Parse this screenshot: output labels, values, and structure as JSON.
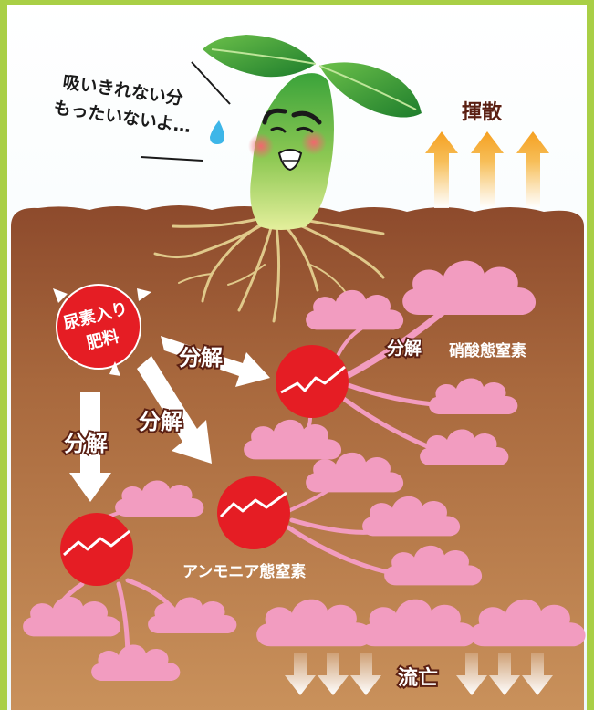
{
  "speech": {
    "line1": "吸いきれない分",
    "line2": "もったいないよ…"
  },
  "labels": {
    "volatilization": "揮散",
    "fertilizer_line1": "尿素入り",
    "fertilizer_line2": "肥料",
    "decompose": "分解",
    "nitrate_nitrogen": "硝酸態窒素",
    "ammonium_nitrogen": "アンモニア態窒素",
    "runoff": "流亡"
  },
  "colors": {
    "frame_green": "#a9cf46",
    "soil_top": "#8d4a2c",
    "soil_bottom": "#c9915b",
    "granule_red": "#e51d24",
    "cloud_pink": "#f29cc0",
    "arrow_orange": "#f5a021",
    "label_brown": "#5a1f12",
    "leaf_green": "#2e9a3a"
  }
}
